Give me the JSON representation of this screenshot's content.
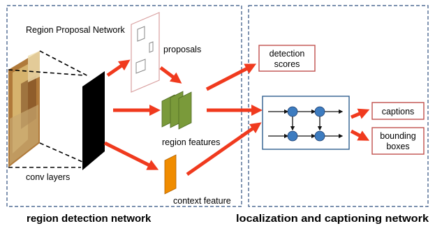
{
  "panels": {
    "left_title": "region detection network",
    "right_title": "localization and captioning network"
  },
  "labels": {
    "region_proposal_network": "Region Proposal Network",
    "proposals": "proposals",
    "region_features": "region features",
    "context_feature": "context feature",
    "conv_layers": "conv layers",
    "detection_scores_line1": "detection",
    "detection_scores_line2": "scores",
    "captions": "captions",
    "bounding_boxes_line1": "bounding",
    "bounding_boxes_line2": "boxes"
  },
  "colors": {
    "arrow": "#f03a1e",
    "panel_border": "#2f4f7f",
    "output_box_border": "#c0504d",
    "feature_green": "#7a9a3a",
    "context_orange": "#f08c00",
    "node_blue": "#3d7cc0",
    "rnn_box_border": "#2f5f8f",
    "proposal_border": "#d9a0a0"
  }
}
